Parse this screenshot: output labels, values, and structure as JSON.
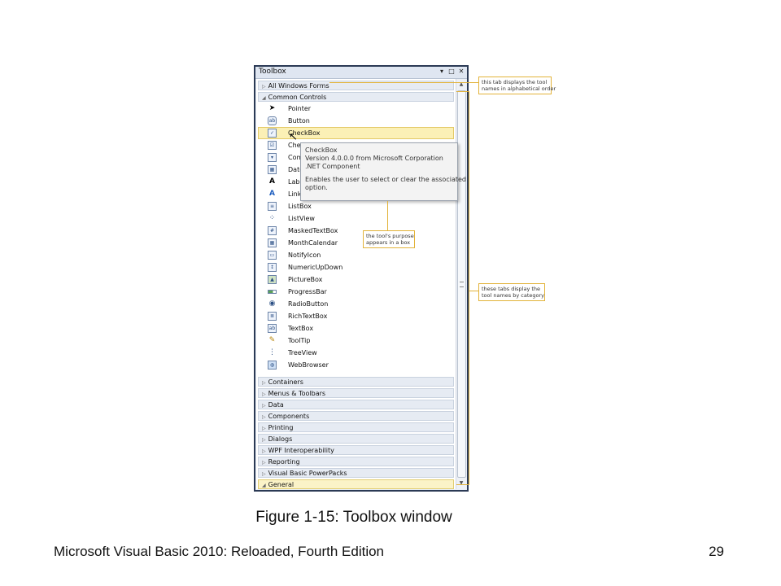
{
  "toolbox": {
    "title": "Toolbox",
    "controls": [
      "▾",
      "□",
      "✕"
    ],
    "all_windows_forms": "All Windows Forms",
    "common_controls": "Common Controls",
    "items": [
      {
        "label": "Pointer",
        "icon": "pointer-icon"
      },
      {
        "label": "Button",
        "icon": "button-icon"
      },
      {
        "label": "CheckBox",
        "icon": "checkbox-icon"
      },
      {
        "label": "Che",
        "icon": "checkedlistbox-icon"
      },
      {
        "label": "Com",
        "icon": "combobox-icon"
      },
      {
        "label": "Date",
        "icon": "datetimepicker-icon"
      },
      {
        "label": "Labe",
        "icon": "label-icon"
      },
      {
        "label": "Link",
        "icon": "linklabel-icon"
      },
      {
        "label": "ListBox",
        "icon": "listbox-icon"
      },
      {
        "label": "ListView",
        "icon": "listview-icon"
      },
      {
        "label": "MaskedTextBox",
        "icon": "maskedtextbox-icon"
      },
      {
        "label": "MonthCalendar",
        "icon": "monthcalendar-icon"
      },
      {
        "label": "NotifyIcon",
        "icon": "notifyicon-icon"
      },
      {
        "label": "NumericUpDown",
        "icon": "numericupdown-icon"
      },
      {
        "label": "PictureBox",
        "icon": "picturebox-icon"
      },
      {
        "label": "ProgressBar",
        "icon": "progressbar-icon"
      },
      {
        "label": "RadioButton",
        "icon": "radiobutton-icon"
      },
      {
        "label": "RichTextBox",
        "icon": "richtextbox-icon"
      },
      {
        "label": "TextBox",
        "icon": "textbox-icon"
      },
      {
        "label": "ToolTip",
        "icon": "tooltip-icon"
      },
      {
        "label": "TreeView",
        "icon": "treeview-icon"
      },
      {
        "label": "WebBrowser",
        "icon": "webbrowser-icon"
      }
    ],
    "categories": [
      "Containers",
      "Menus & Toolbars",
      "Data",
      "Components",
      "Printing",
      "Dialogs",
      "WPF Interoperability",
      "Reporting",
      "Visual Basic PowerPacks"
    ],
    "general": "General"
  },
  "tooltip": {
    "line1": "CheckBox",
    "line2": "Version 4.0.0.0 from Microsoft Corporation",
    "line3": ".NET Component",
    "line4": "Enables the user to select or clear the associated",
    "line5": "option."
  },
  "callouts": {
    "tab_line1": "this tab displays the tool",
    "tab_line2": "names in alphabetical order",
    "purpose_line1": "the tool's purpose",
    "purpose_line2": "appears in a box",
    "category_line1": "these tabs display the",
    "category_line2": "tool names by category"
  },
  "caption": "Figure 1-15: Toolbox window",
  "footer": {
    "title": "Microsoft Visual Basic 2010: Reloaded, Fourth Edition",
    "page": "29"
  },
  "colors": {
    "selection": "#fbf0b6",
    "callout_border": "#e2b33a",
    "window_border": "#2b3a55"
  }
}
